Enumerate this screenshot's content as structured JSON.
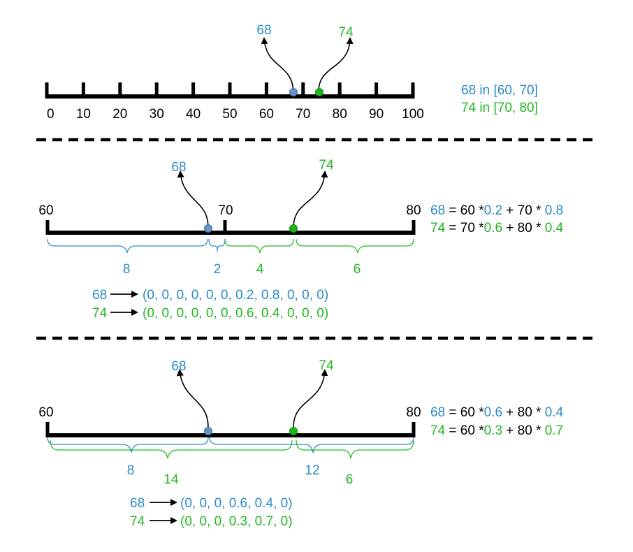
{
  "colors": {
    "blue": "#2a8bc9",
    "green": "#22b822",
    "black": "#000000",
    "blue_point": "#6a93c4",
    "green_point": "#1fb51f"
  },
  "panel1": {
    "labels_above": {
      "p68": "68",
      "p74": "74"
    },
    "tick_labels": [
      "0",
      "10",
      "20",
      "30",
      "40",
      "50",
      "60",
      "70",
      "80",
      "90",
      "100"
    ],
    "note_blue": "68 in [60, 70]",
    "note_green": "74 in [70, 80]"
  },
  "panel2": {
    "labels_above": {
      "p68": "68",
      "p74": "74"
    },
    "endpoint_left": "60",
    "endpoint_mid": "70",
    "endpoint_right": "80",
    "brace_labels": {
      "b8": "8",
      "b2": "2",
      "b4": "4",
      "b6": "6"
    },
    "eq1": {
      "lhs": "68",
      "op": " = 60 *",
      "w1": "0.2",
      "mid": " + 70 * ",
      "w2": "0.8"
    },
    "eq2": {
      "lhs": "74",
      "op": " = 70 *",
      "w1": "0.6",
      "mid": " + 80 * ",
      "w2": "0.4"
    },
    "vec1": {
      "label": "68",
      "value": "(0, 0, 0, 0, 0, 0, 0.2, 0.8, 0, 0, 0)"
    },
    "vec2": {
      "label": "74",
      "value": "(0, 0, 0, 0, 0, 0, 0.6, 0.4, 0, 0, 0)"
    }
  },
  "panel3": {
    "labels_above": {
      "p68": "68",
      "p74": "74"
    },
    "endpoint_left": "60",
    "endpoint_right": "80",
    "brace_labels": {
      "b8": "8",
      "b14": "14",
      "b12": "12",
      "b6": "6"
    },
    "eq1": {
      "lhs": "68",
      "op": " = 60 *",
      "w1": "0.6",
      "mid": " + 80 * ",
      "w2": "0.4"
    },
    "eq2": {
      "lhs": "74",
      "op": " = 60 *",
      "w1": "0.3",
      "mid": " + 80 * ",
      "w2": "0.7"
    },
    "vec1": {
      "label": "68",
      "value": "(0, 0, 0, 0.6, 0.4, 0)"
    },
    "vec2": {
      "label": "74",
      "value": "(0, 0, 0, 0.3, 0.7, 0)"
    }
  }
}
